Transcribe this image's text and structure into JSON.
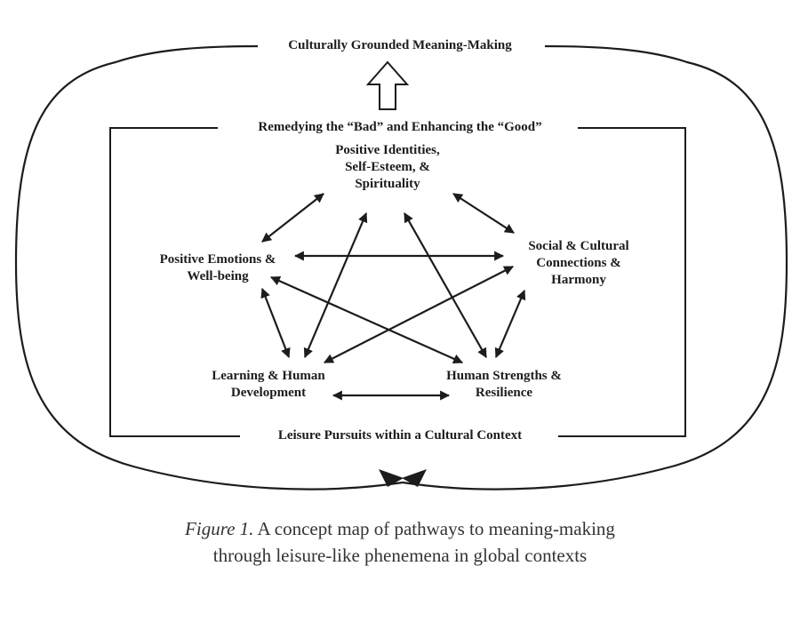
{
  "diagram": {
    "colors": {
      "ink": "#1c1c1c",
      "caption": "#333333",
      "background": "#ffffff"
    },
    "outer_label": "Culturally Grounded Meaning-Making",
    "middle_label": "Remedying the “Bad” and Enhancing the “Good”",
    "bottom_label": "Leisure Pursuits within a Cultural Context",
    "nodes": {
      "identities": [
        "Positive Identities,",
        "Self-Esteem, &",
        "Spirituality"
      ],
      "emotions": [
        "Positive Emotions &",
        "Well-being"
      ],
      "social": [
        "Social & Cultural",
        "Connections &",
        "Harmony"
      ],
      "learning": [
        "Learning & Human",
        "Development"
      ],
      "strengths": [
        "Human Strengths &",
        "Resilience"
      ]
    },
    "connections": [
      {
        "from": "identities",
        "to": "emotions",
        "type": "bidirectional"
      },
      {
        "from": "identities",
        "to": "social",
        "type": "bidirectional"
      },
      {
        "from": "identities",
        "to": "learning",
        "type": "bidirectional"
      },
      {
        "from": "identities",
        "to": "strengths",
        "type": "bidirectional"
      },
      {
        "from": "emotions",
        "to": "social",
        "type": "bidirectional"
      },
      {
        "from": "emotions",
        "to": "learning",
        "type": "bidirectional"
      },
      {
        "from": "emotions",
        "to": "strengths",
        "type": "bidirectional"
      },
      {
        "from": "social",
        "to": "learning",
        "type": "bidirectional"
      },
      {
        "from": "social",
        "to": "strengths",
        "type": "bidirectional"
      },
      {
        "from": "learning",
        "to": "strengths",
        "type": "bidirectional"
      }
    ]
  },
  "caption": {
    "prefix": "Figure 1.",
    "line1": "A concept map of pathways to meaning-making",
    "line2": "through leisure-like phenemena in global contexts"
  }
}
